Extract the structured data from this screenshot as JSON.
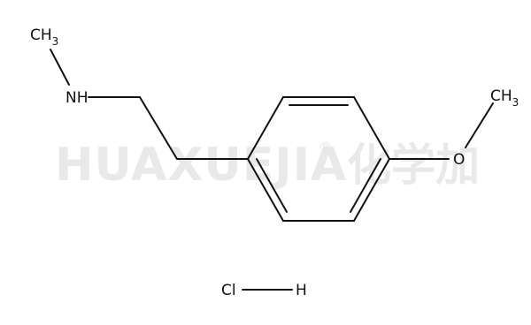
{
  "watermark": {
    "brand": "HUAXUEJIA",
    "registered": "®",
    "chinese": "化学加"
  },
  "labels": {
    "amine_methyl": "CH",
    "amine_methyl_sub": "3",
    "amine": "NH",
    "ether_oxygen": "O",
    "ether_methyl": "CH",
    "ether_methyl_sub": "3",
    "chlorine": "Cl",
    "hydrogen": "H"
  }
}
